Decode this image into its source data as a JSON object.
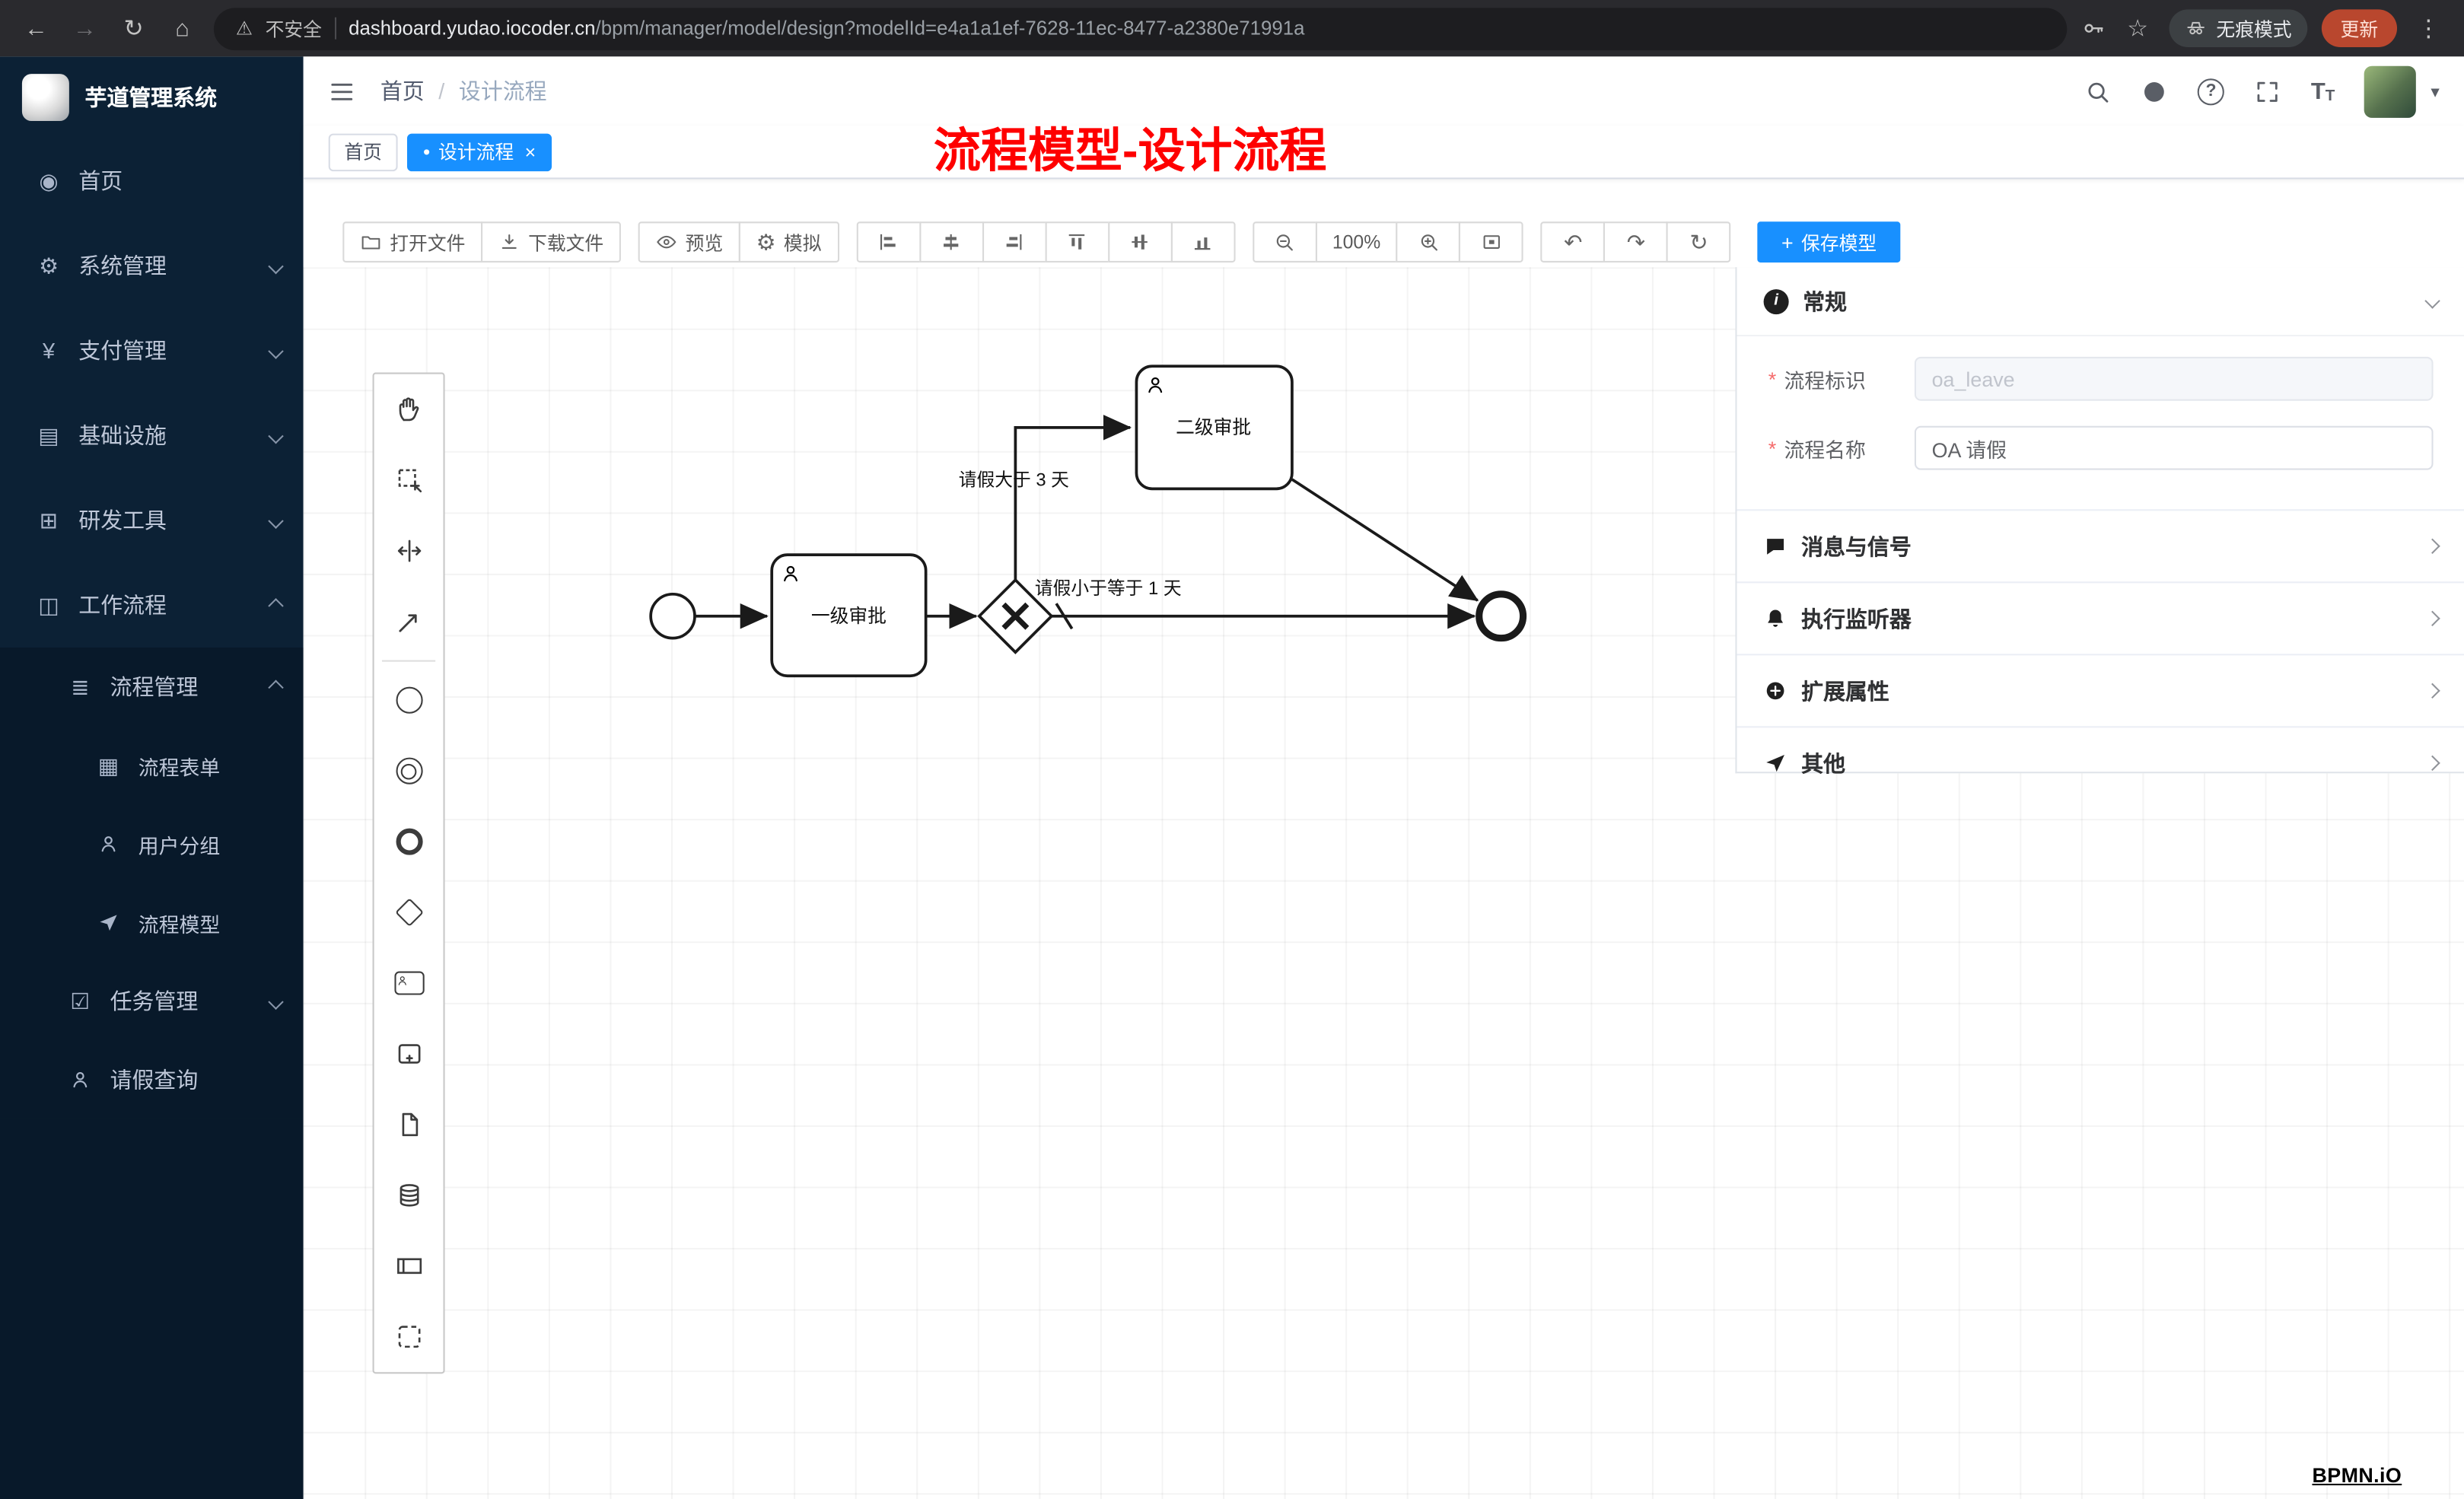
{
  "browser": {
    "security": "不安全",
    "url_domain": "dashboard.yudao.iocoder.cn",
    "url_path": "/bpm/manager/model/design?modelId=e4a1a1ef-7628-11ec-8477-a2380e71991a",
    "incognito": "无痕模式",
    "update": "更新"
  },
  "icons": {
    "back": "←",
    "forward": "→",
    "reload": "↻",
    "home": "⌂",
    "warning": "⚠",
    "star": "☆",
    "kebab": "⋮",
    "gear": "⚙",
    "undo": "↶",
    "redo": "↷",
    "refresh": "↻",
    "caret_down": "▾",
    "tab_dot": "●",
    "close": "×",
    "plus": "+",
    "asterisk": "*",
    "breadcrumb_sep": "/",
    "info": "i",
    "font_big": "T",
    "font_small": "T",
    "menu_home": "◉",
    "menu_gear": "⚙",
    "menu_yen": "¥",
    "menu_infra": "▤",
    "menu_tools": "⊞",
    "menu_workflow": "◫",
    "menu_list": "≣",
    "menu_form": "▦",
    "menu_task": "☑"
  },
  "sidebar": {
    "title": "芋道管理系统",
    "items": [
      {
        "label": "首页"
      },
      {
        "label": "系统管理"
      },
      {
        "label": "支付管理"
      },
      {
        "label": "基础设施"
      },
      {
        "label": "研发工具"
      },
      {
        "label": "工作流程"
      },
      {
        "label": "流程管理"
      },
      {
        "label": "流程表单"
      },
      {
        "label": "用户分组"
      },
      {
        "label": "流程模型"
      },
      {
        "label": "任务管理"
      },
      {
        "label": "请假查询"
      }
    ]
  },
  "header": {
    "breadcrumb_home": "首页",
    "breadcrumb_current": "设计流程"
  },
  "tabs": [
    {
      "label": "首页"
    },
    {
      "label": "设计流程"
    }
  ],
  "annotation": "流程模型-设计流程",
  "toolbar": {
    "open": "打开文件",
    "download": "下载文件",
    "preview": "预览",
    "simulate": "模拟",
    "zoom_level": "100%",
    "save": "保存模型"
  },
  "diagram": {
    "task_first": "一级审批",
    "task_second": "二级审批",
    "flow_gt3": "请假大于 3 天",
    "flow_le1": "请假小于等于 1 天"
  },
  "panel": {
    "general_title": "常规",
    "field_key_label": "流程标识",
    "field_key_value": "oa_leave",
    "field_name_label": "流程名称",
    "field_name_value": "OA 请假",
    "section_message": "消息与信号",
    "section_listener": "执行监听器",
    "section_ext": "扩展属性",
    "section_other": "其他"
  },
  "watermark": "BPMN.iO"
}
